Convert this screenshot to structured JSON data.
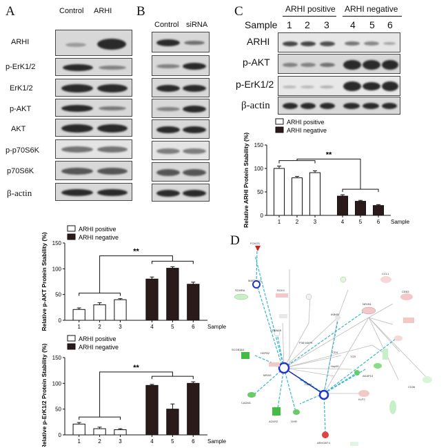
{
  "panel_a": {
    "letter": "A",
    "columns": [
      "Control",
      "ARHI"
    ],
    "rows": [
      "ARHI",
      "p-ErK1/2",
      "ErK1/2",
      "p-AKT",
      "AKT",
      "p-p70S6K",
      "p70S6K",
      "β-actin"
    ]
  },
  "panel_b": {
    "letter": "B",
    "columns": [
      "Control",
      "siRNA"
    ]
  },
  "panel_c": {
    "letter": "C",
    "group_positive": "ARHI positive",
    "group_negative": "ARHI negative",
    "sample_label": "Sample",
    "samples": [
      "1",
      "2",
      "3",
      "4",
      "5",
      "6"
    ],
    "rows": [
      "ARHI",
      "p-AKT",
      "p-ErK1/2",
      "β-actin"
    ]
  },
  "panel_d": {
    "letter": "D"
  },
  "chart_data": [
    {
      "type": "bar",
      "categories": [
        "1",
        "2",
        "3",
        "4",
        "5",
        "6"
      ],
      "values": [
        100,
        80,
        91,
        41,
        30,
        21
      ],
      "errors": [
        5,
        3,
        4,
        3,
        2,
        2
      ],
      "ylabel": "Relative ARHI Protein Stability (%)",
      "xlabel": "Sample",
      "ylim": [
        0,
        150
      ],
      "yticks": [
        "0",
        "50",
        "100",
        "150"
      ],
      "legend": [
        "ARHI positive",
        "ARHI negative"
      ],
      "significance": "**"
    },
    {
      "type": "bar",
      "categories": [
        "1",
        "2",
        "3",
        "4",
        "5",
        "6"
      ],
      "values": [
        21,
        30,
        40,
        80,
        101,
        70
      ],
      "errors": [
        3,
        4,
        2,
        4,
        3,
        4
      ],
      "ylabel": "Relative p-AKT Protein Stability (%)",
      "xlabel": "Sample",
      "ylim": [
        0,
        150
      ],
      "yticks": [
        "0",
        "50",
        "100",
        "150"
      ],
      "legend": [
        "ARHI positive",
        "ARHI negative"
      ],
      "significance": "**"
    },
    {
      "type": "bar",
      "categories": [
        "1",
        "2",
        "3",
        "4",
        "5",
        "6"
      ],
      "values": [
        21,
        12,
        10,
        96,
        50,
        100
      ],
      "errors": [
        3,
        3,
        2,
        2,
        10,
        3
      ],
      "ylabel": "Relative p-ErK1/2 Protein Stability (%)",
      "xlabel": "Sample",
      "ylim": [
        0,
        150
      ],
      "yticks": [
        "0",
        "50",
        "100",
        "150"
      ],
      "legend": [
        "ARHI positive",
        "ARHI negative"
      ],
      "significance": "**"
    }
  ],
  "colors": {
    "positive_fill": "#ffffff",
    "negative_fill": "#2b1a1a",
    "network_cyan": "#33b5cc",
    "network_green": "#5ccc5c",
    "network_red": "#e07070"
  }
}
